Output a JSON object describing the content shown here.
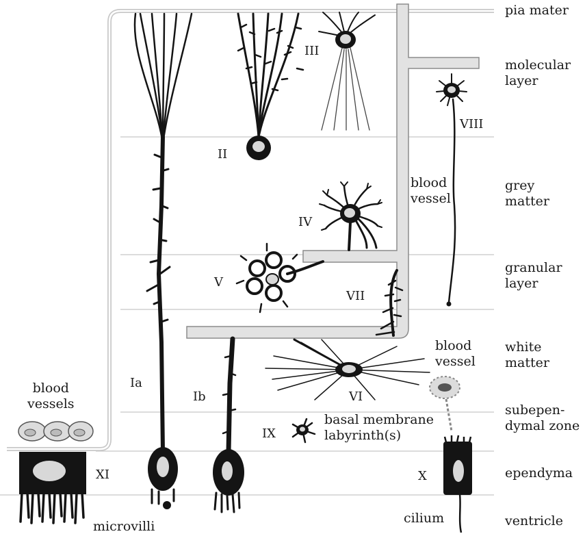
{
  "colors": {
    "ink": "#141414",
    "vessel_fill": "#dcdcdc",
    "vessel_stroke": "#8c8c8c",
    "layer_line": "#c8c8c8",
    "nucleus": "#e6e6e6"
  },
  "layers": [
    {
      "id": "pia",
      "label": "pia mater"
    },
    {
      "id": "molecular",
      "label": "molecular layer"
    },
    {
      "id": "grey",
      "label": "grey matter"
    },
    {
      "id": "granular",
      "label": "granular layer"
    },
    {
      "id": "white",
      "label": "white matter"
    },
    {
      "id": "subependymal",
      "label": "subepen- dymal zone"
    },
    {
      "id": "ependyma",
      "label": "ependyma"
    },
    {
      "id": "ventricle",
      "label": "ventricle"
    }
  ],
  "layer_label_lines": {
    "pia": [
      "pia mater"
    ],
    "molecular": [
      "molecular",
      "layer"
    ],
    "grey": [
      "grey",
      "matter"
    ],
    "granular": [
      "granular",
      "layer"
    ],
    "white": [
      "white",
      "matter"
    ],
    "subependymal": [
      "subepen-",
      "dymal zone"
    ],
    "ependyma": [
      "ependyma"
    ],
    "ventricle": [
      "ventricle"
    ]
  },
  "cell_types": {
    "Ia": "Ia",
    "Ib": "Ib",
    "II": "II",
    "III": "III",
    "IV": "IV",
    "V": "V",
    "VI": "VI",
    "VII": "VII",
    "VIII": "VIII",
    "IX": "IX",
    "X": "X",
    "XI": "XI"
  },
  "annotations": {
    "blood_vessels": [
      "blood",
      "vessels"
    ],
    "blood_vessel_upper": [
      "blood",
      "vessel"
    ],
    "blood_vessel_lower": [
      "blood",
      "vessel"
    ],
    "basal_membrane": [
      "basal membrane",
      "labyrinth(s)"
    ],
    "microvilli": "microvilli",
    "cilium": "cilium"
  }
}
